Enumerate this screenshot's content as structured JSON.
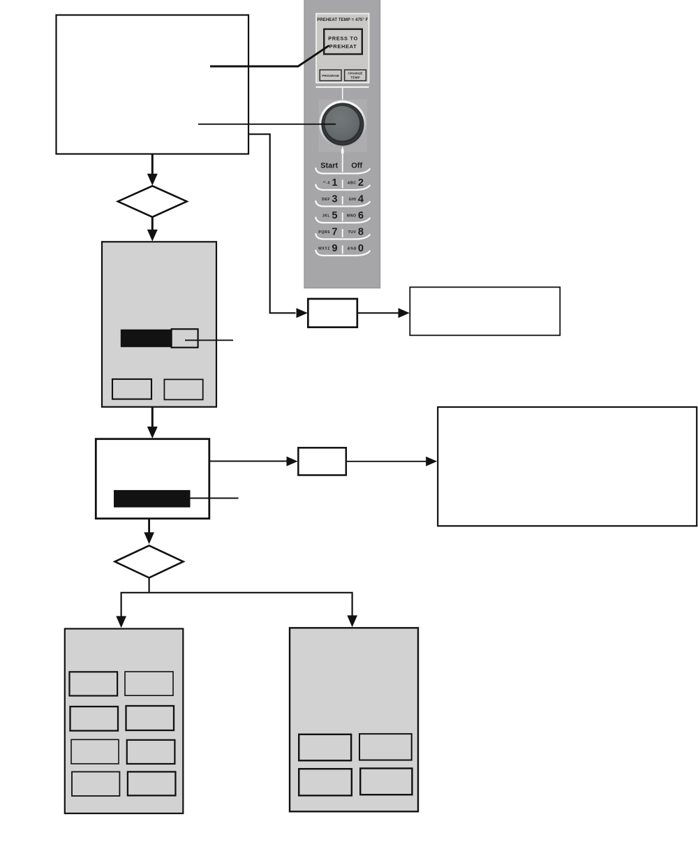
{
  "page": {
    "kind": "appliance-manual-flowchart",
    "background": "#ffffff"
  },
  "colors": {
    "flow_line": "#111111",
    "flow_box_fill_white": "#ffffff",
    "flow_box_fill_gray": "#d2d2d2",
    "highlight_bar": "#121212",
    "panel_body": "#a6a6a8",
    "panel_display": "#c9c8c5",
    "panel_text": "#1c1c1c",
    "panel_white_line": "#f7f7f7",
    "knob_body": "#6b7072",
    "knob_ring_dark": "#333537",
    "keypad_digit": "#333538"
  },
  "control_panel": {
    "display": {
      "temp_label": "PREHEAT TEMP = 475° F",
      "main_button_line1": "PRESS TO",
      "main_button_line2": "PREHEAT",
      "program_button_label": "PROGRAM",
      "change_temp_line1": "CHANGE",
      "change_temp_line2": "TEMP"
    },
    "start_label": "Start",
    "off_label": "Off",
    "keys": [
      {
        "letters": "*'-#",
        "digit": "1"
      },
      {
        "letters": "ABC",
        "digit": "2"
      },
      {
        "letters": "DEF",
        "digit": "3"
      },
      {
        "letters": "GHI",
        "digit": "4"
      },
      {
        "letters": "JKL",
        "digit": "5"
      },
      {
        "letters": "MNO",
        "digit": "6"
      },
      {
        "letters": "PQRS",
        "digit": "7"
      },
      {
        "letters": "TUV",
        "digit": "8"
      },
      {
        "letters": "WXYZ",
        "digit": "9"
      },
      {
        "letters": "&%$",
        "digit": "0"
      }
    ]
  },
  "flowchart": {
    "shapes": {
      "process_boxes": 2,
      "decision_diamonds": 2,
      "callout_boxes": 2,
      "note_boxes": 2,
      "menu_boxes": 2,
      "menu_left_slots": 8,
      "menu_right_slots": 4
    }
  }
}
